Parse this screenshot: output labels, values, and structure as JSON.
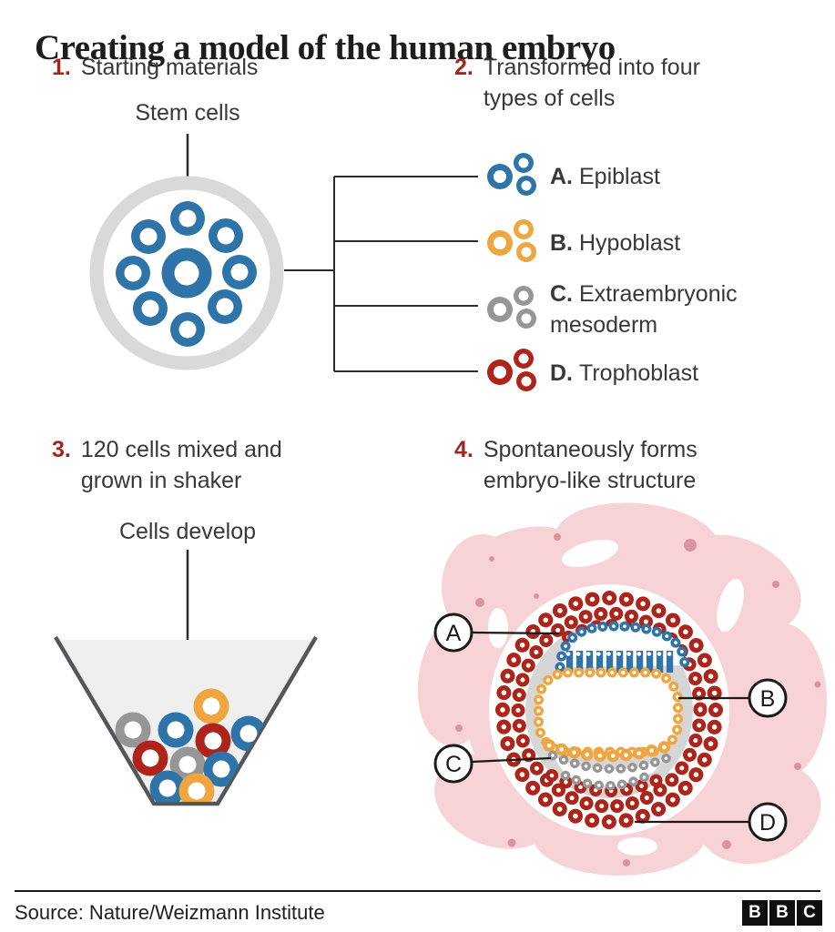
{
  "title": "Creating a model of the human embryo",
  "steps": [
    {
      "num": "1.",
      "text": "Starting materials"
    },
    {
      "num": "2.",
      "text": "Transformed into four types of cells"
    },
    {
      "num": "3.",
      "text": "120 cells mixed and grown in shaker"
    },
    {
      "num": "4.",
      "text": "Spontaneously forms embryo-like structure"
    }
  ],
  "section1": {
    "label": "Stem cells"
  },
  "section3": {
    "label": "Cells develop"
  },
  "cell_types": [
    {
      "letter": "A.",
      "name": "Epiblast"
    },
    {
      "letter": "B.",
      "name": "Hypoblast"
    },
    {
      "letter": "C.",
      "name": "Extraembryonic mesoderm"
    },
    {
      "letter": "D.",
      "name": "Trophoblast"
    }
  ],
  "embryo_labels": [
    "A",
    "B",
    "C",
    "D"
  ],
  "footer": {
    "source": "Source: Nature/Weizmann Institute",
    "logo": [
      "B",
      "B",
      "C"
    ]
  },
  "colors": {
    "title": "#1d1d1b",
    "text": "#383838",
    "accent_red": "#a3231d",
    "blue": "#2e74a8",
    "orange": "#efa640",
    "gray_cell": "#969696",
    "red": "#ae231a",
    "ring_gray": "#d9d9d9",
    "disk_gray": "#d6d6d6",
    "funnel_fill": "#efefef",
    "funnel_stroke": "#55565a",
    "pink": "#f7d2d6",
    "pink_spot": "#dc93a0",
    "line": "#2b2b2b",
    "logo_black": "#0f0f0f"
  }
}
